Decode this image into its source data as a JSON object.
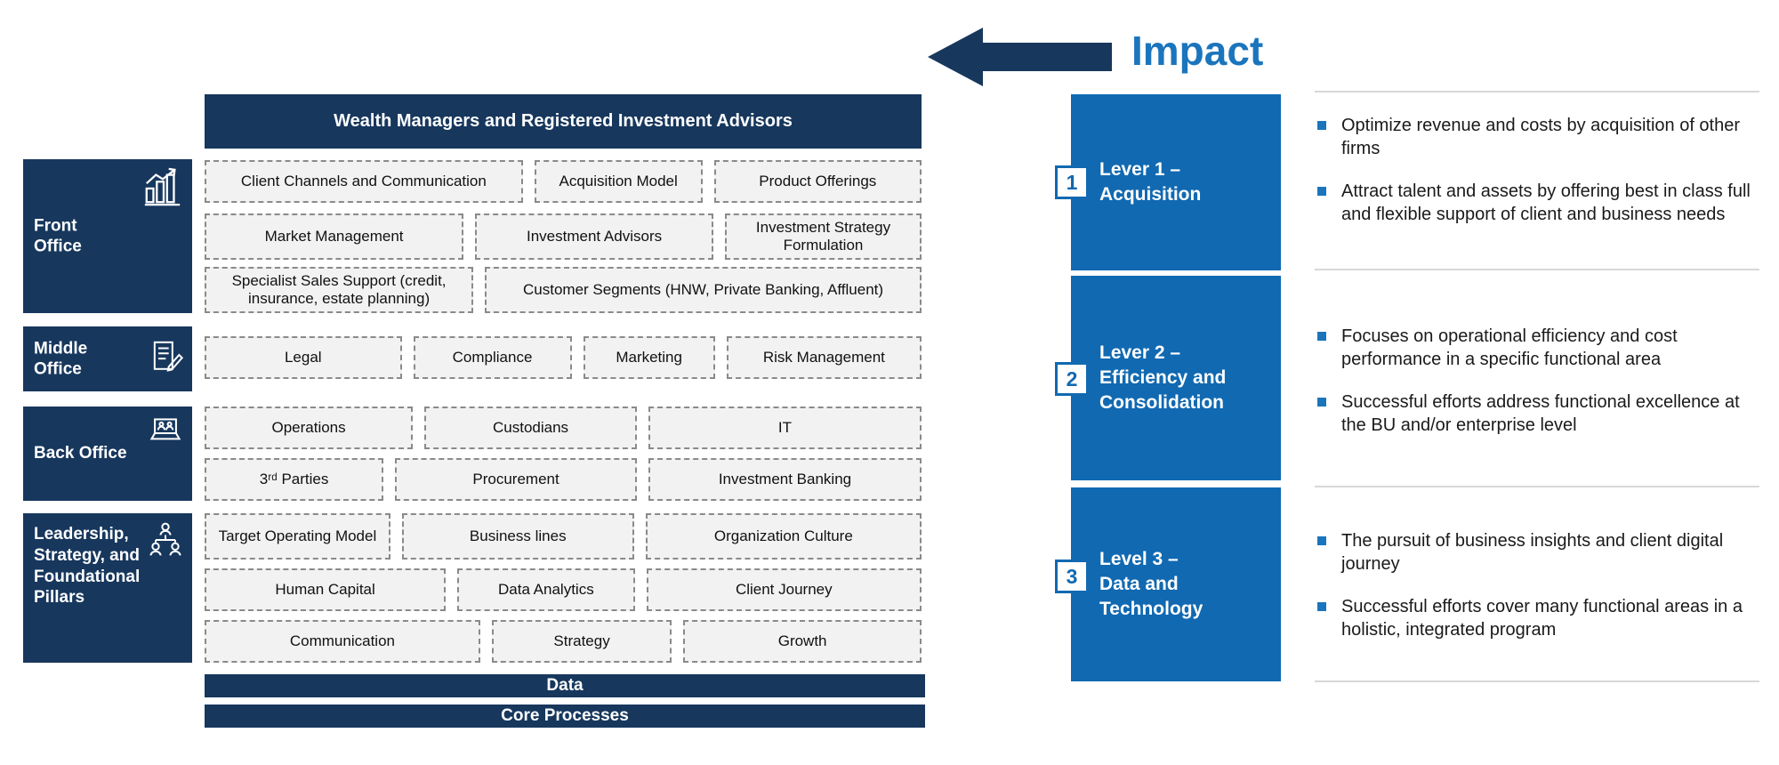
{
  "impact": {
    "label": "Impact"
  },
  "colors": {
    "navy": "#17375D",
    "lever_blue": "#1169B1",
    "impact_blue": "#1B75BC",
    "box_background": "#F2F2F2",
    "box_border": "#8A8A8A",
    "divider": "#D8D8D8"
  },
  "org": {
    "header": "Wealth Managers and Registered Investment Advisors",
    "front_office": {
      "label": "Front Office",
      "icon": "growth-chart-icon",
      "rows": [
        [
          "Client Channels and Communication",
          "Acquisition Model",
          "Product Offerings"
        ],
        [
          "Market Management",
          "Investment Advisors",
          "Investment Strategy Formulation"
        ],
        [
          "Specialist Sales Support (credit, insurance, estate planning)",
          "Customer Segments (HNW, Private Banking, Affluent)"
        ]
      ]
    },
    "middle_office": {
      "label": "Middle Office",
      "icon": "document-pen-icon",
      "rows": [
        [
          "Legal",
          "Compliance",
          "Marketing",
          "Risk Management"
        ]
      ]
    },
    "back_office": {
      "label": "Back Office",
      "icon": "laptop-users-icon",
      "rows": [
        [
          "Operations",
          "Custodians",
          "IT"
        ],
        [
          "3ʳᵈ Parties",
          "Procurement",
          "Investment Banking"
        ]
      ]
    },
    "leadership": {
      "label": "Leadership, Strategy, and Foundational Pillars",
      "icon": "org-chart-icon",
      "rows": [
        [
          "Target Operating Model",
          "Business lines",
          "Organization Culture"
        ],
        [
          "Human Capital",
          "Data Analytics",
          "Client Journey"
        ],
        [
          "Communication",
          "Strategy",
          "Growth"
        ]
      ]
    },
    "data_bar": "Data",
    "core_processes_bar": "Core Processes"
  },
  "levers": [
    {
      "number": "1",
      "title": "Lever 1 –\nAcquisition",
      "bullets": [
        "Optimize revenue and costs by acquisition of other firms",
        "Attract talent and assets by offering best in class full and flexible support of client and business needs"
      ]
    },
    {
      "number": "2",
      "title": "Lever 2 –\nEfficiency and\nConsolidation",
      "bullets": [
        "Focuses on operational efficiency and cost performance in a specific functional area",
        "Successful efforts address functional excellence at the BU and/or enterprise level"
      ]
    },
    {
      "number": "3",
      "title": "Level 3 –\nData and\nTechnology",
      "bullets": [
        "The pursuit of business insights and client digital journey",
        "Successful efforts cover many functional areas in a holistic, integrated program"
      ]
    }
  ]
}
